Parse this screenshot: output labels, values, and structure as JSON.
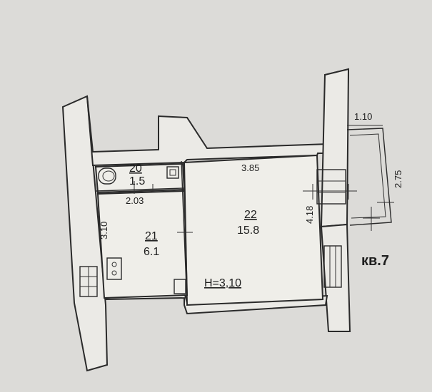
{
  "plan": {
    "apartment_label": "кв.7",
    "ceiling_height": "Н=3,10",
    "rooms": [
      {
        "number": "20",
        "area": "1.5"
      },
      {
        "number": "21",
        "area": "6.1"
      },
      {
        "number": "22",
        "area": "15.8"
      }
    ],
    "dimensions": {
      "room22_width": "3.85",
      "room22_depth": "4.18",
      "room20_width": "2.03",
      "room21_depth": "3.10",
      "balcony_width": "1.10",
      "balcony_depth": "2.75"
    }
  }
}
